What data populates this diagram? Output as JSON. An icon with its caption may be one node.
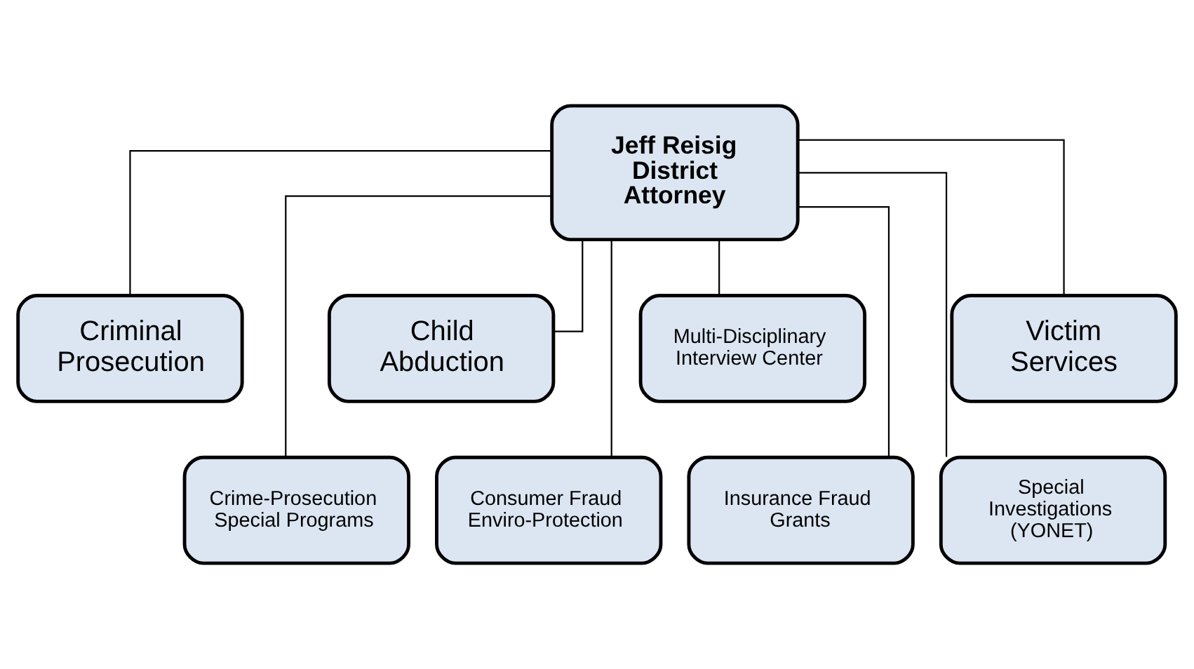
{
  "diagram": {
    "nodes": [
      {
        "text": [
          "Jeff Reisig District Attorney"
        ]
      },
      {
        "text": [
          "Criminal Prosecution"
        ]
      },
      {
        "text": [
          "Child Abduction"
        ]
      },
      {
        "text": [
          "Multi-Disciplinary Interview Center"
        ]
      },
      {
        "text": [
          "Victim Services"
        ]
      },
      {
        "text": [
          "Crime-Prosecution Special Programs"
        ]
      },
      {
        "text": [
          "Consumer Fraud Enviro-Protection"
        ]
      },
      {
        "text": [
          "Insurance Fraud Grants"
        ]
      },
      {
        "text": [
          "Special Investigations (YONET)"
        ]
      }
    ],
    "edges": [
      {
        "from": 0,
        "to": 1,
        "arrow": "none"
      },
      {
        "from": 0,
        "to": 2,
        "arrow": "none"
      },
      {
        "from": 0,
        "to": 3,
        "arrow": "none"
      },
      {
        "from": 0,
        "to": 4,
        "arrow": "none"
      },
      {
        "from": 0,
        "to": 5,
        "arrow": "none"
      },
      {
        "from": 0,
        "to": 6,
        "arrow": "none"
      },
      {
        "from": 0,
        "to": 7,
        "arrow": "none"
      },
      {
        "from": 0,
        "to": 8,
        "arrow": "none"
      }
    ]
  }
}
